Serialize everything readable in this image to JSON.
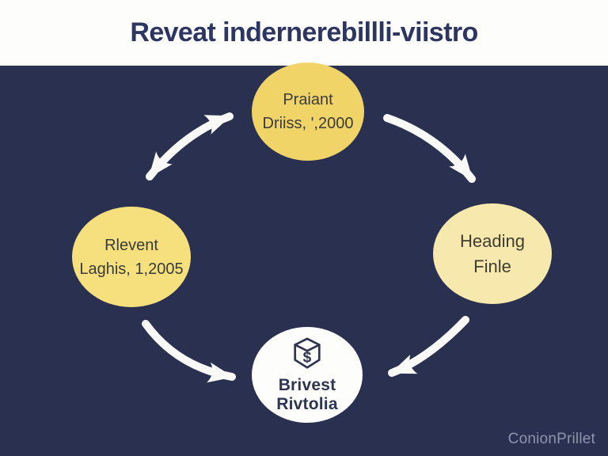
{
  "header": {
    "title": "Reveat indernerebillli-viistro"
  },
  "diagram": {
    "nodes": {
      "top": {
        "line1": "Praiant",
        "line2": "Driiss, ',2000",
        "fill": "#f1d468"
      },
      "left": {
        "line1": "Rlevent",
        "line2": "Laghis, 1,2005",
        "fill": "#f6e07e"
      },
      "right": {
        "line1": "Heading",
        "line2": "Finle",
        "fill": "#f7e9ae"
      },
      "bottom": {
        "label": "Brivest Rivtolia",
        "icon": "money-box-icon",
        "icon_glyph": "$",
        "fill": "#fdfdfc"
      }
    },
    "arrows": [
      {
        "name": "arrow-left-top-bidirectional",
        "from": "left",
        "to": "top",
        "heads": "both"
      },
      {
        "name": "arrow-top-right",
        "from": "top",
        "to": "right",
        "heads": "end"
      },
      {
        "name": "arrow-left-bottom",
        "from": "left",
        "to": "bottom",
        "heads": "end"
      },
      {
        "name": "arrow-right-bottom",
        "from": "right",
        "to": "bottom",
        "heads": "end"
      }
    ]
  },
  "footer": {
    "watermark": "ConionPrillet"
  },
  "colors": {
    "background": "#293050",
    "header_band": "#fdfdfb",
    "title_text": "#2d3561",
    "arrow": "#f9f9f7",
    "node_text": "#3b3b3b",
    "bottom_label": "#2e3550",
    "watermark_text": "#8e94ab"
  }
}
